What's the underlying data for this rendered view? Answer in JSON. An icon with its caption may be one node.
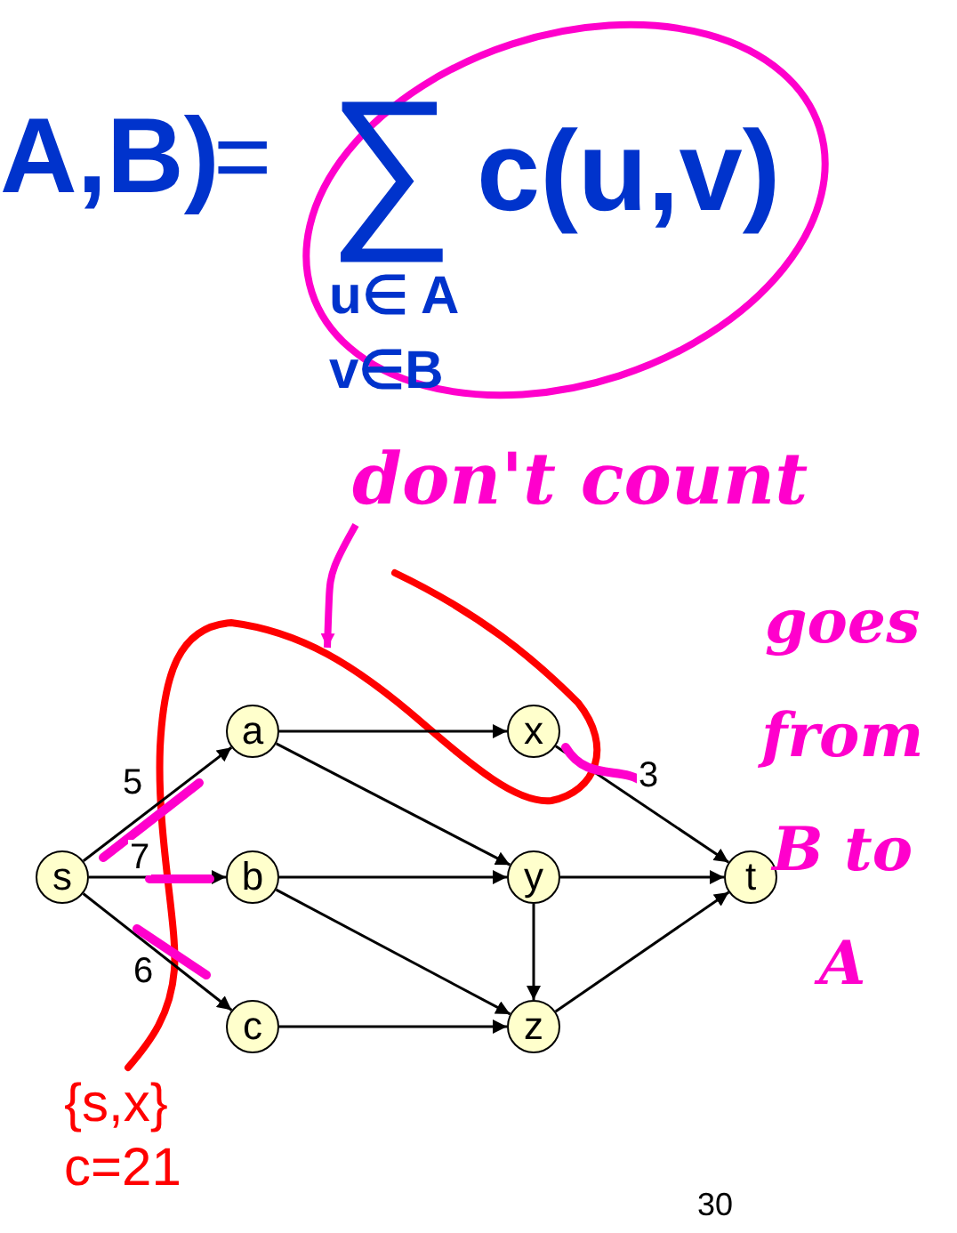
{
  "diagram": {
    "nodes": [
      {
        "text": [
          "don't count"
        ]
      },
      {
        "text": [
          "s"
        ]
      },
      {
        "text": [
          "a"
        ]
      },
      {
        "text": [
          "b"
        ]
      },
      {
        "text": [
          "c"
        ]
      },
      {
        "text": [
          "x"
        ]
      },
      {
        "text": [
          "y"
        ]
      },
      {
        "text": [
          "z"
        ]
      },
      {
        "text": [
          "t"
        ]
      }
    ],
    "edges": [
      {
        "from": 1,
        "to": 2,
        "arrow": "to",
        "label": "5"
      },
      {
        "from": 1,
        "to": 3,
        "arrow": "to",
        "label": "7"
      },
      {
        "from": 1,
        "to": 4,
        "arrow": "to",
        "label": "6"
      },
      {
        "from": 2,
        "to": 5,
        "arrow": "to"
      },
      {
        "from": 2,
        "to": 6,
        "arrow": "to"
      },
      {
        "from": 3,
        "to": 6,
        "arrow": "to"
      },
      {
        "from": 3,
        "to": 7,
        "arrow": "to"
      },
      {
        "from": 4,
        "to": 7,
        "arrow": "to"
      },
      {
        "from": 5,
        "to": 8,
        "arrow": "to",
        "label": "3"
      },
      {
        "from": 6,
        "to": 8,
        "arrow": "to"
      },
      {
        "from": 6,
        "to": 7,
        "arrow": "to"
      },
      {
        "from": 7,
        "to": 8,
        "arrow": "to"
      },
      {
        "from": 0,
        "to": null,
        "arrow": "to",
        "style": "thick",
        "color": "#ff00cc"
      }
    ],
    "labels": [
      "A,B)",
      "=",
      "∑",
      "c(u,v)",
      "u∈ A",
      "v∈B",
      "goes from B to A",
      "{s,x}",
      "c=21",
      "30"
    ]
  }
}
